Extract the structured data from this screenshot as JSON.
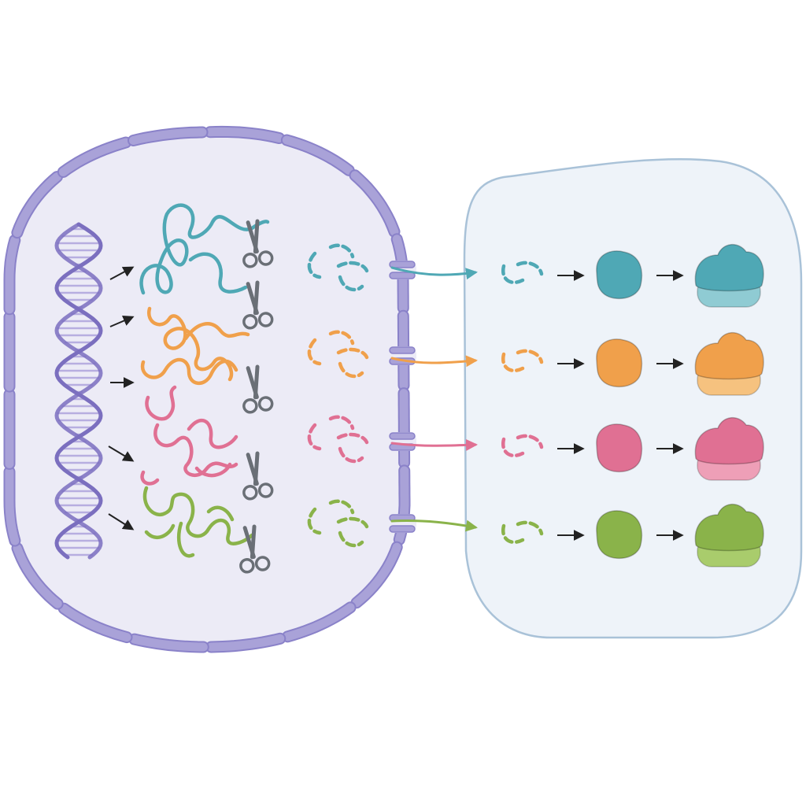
{
  "diagram": {
    "colors": {
      "nucleus_fill": "#ecebf6",
      "nucleus_envelope": "#a9a2d8",
      "nucleus_envelope_stroke": "#8a82c9",
      "cytoplasm_fill": "#eef3f9",
      "cytoplasm_stroke": "#a9c2d8",
      "dna": "#7b6fbf",
      "dna_rungs": "#b7aee0",
      "arrow": "#222222",
      "scissors": "#6a6f76"
    },
    "pathways": [
      {
        "name": "teal",
        "color": "#4fa8b5",
        "light": "#8fcbd3"
      },
      {
        "name": "orange",
        "color": "#f0a04b",
        "light": "#f6c27f"
      },
      {
        "name": "pink",
        "color": "#e07093",
        "light": "#ee9fb7"
      },
      {
        "name": "green",
        "color": "#8ab34a",
        "light": "#a9cc6c"
      }
    ],
    "icons": {
      "dna": "dna-double-helix-icon",
      "scissors": "scissors-icon",
      "pore": "nuclear-pore-icon",
      "monomer": "protein-monomer-icon",
      "complex": "protein-complex-icon"
    }
  }
}
